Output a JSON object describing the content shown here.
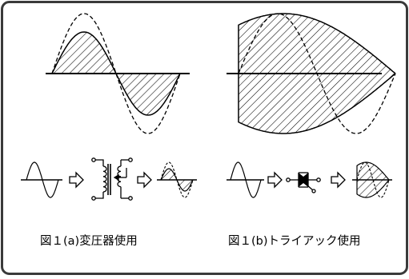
{
  "panels": [
    {
      "id": "a",
      "caption": "図１(a)変圧器使用"
    },
    {
      "id": "b",
      "caption": "図１(b)トライアック使用"
    }
  ],
  "colors": {
    "stroke": "#000000",
    "background": "#ffffff",
    "frame": "#3a3a3a"
  }
}
